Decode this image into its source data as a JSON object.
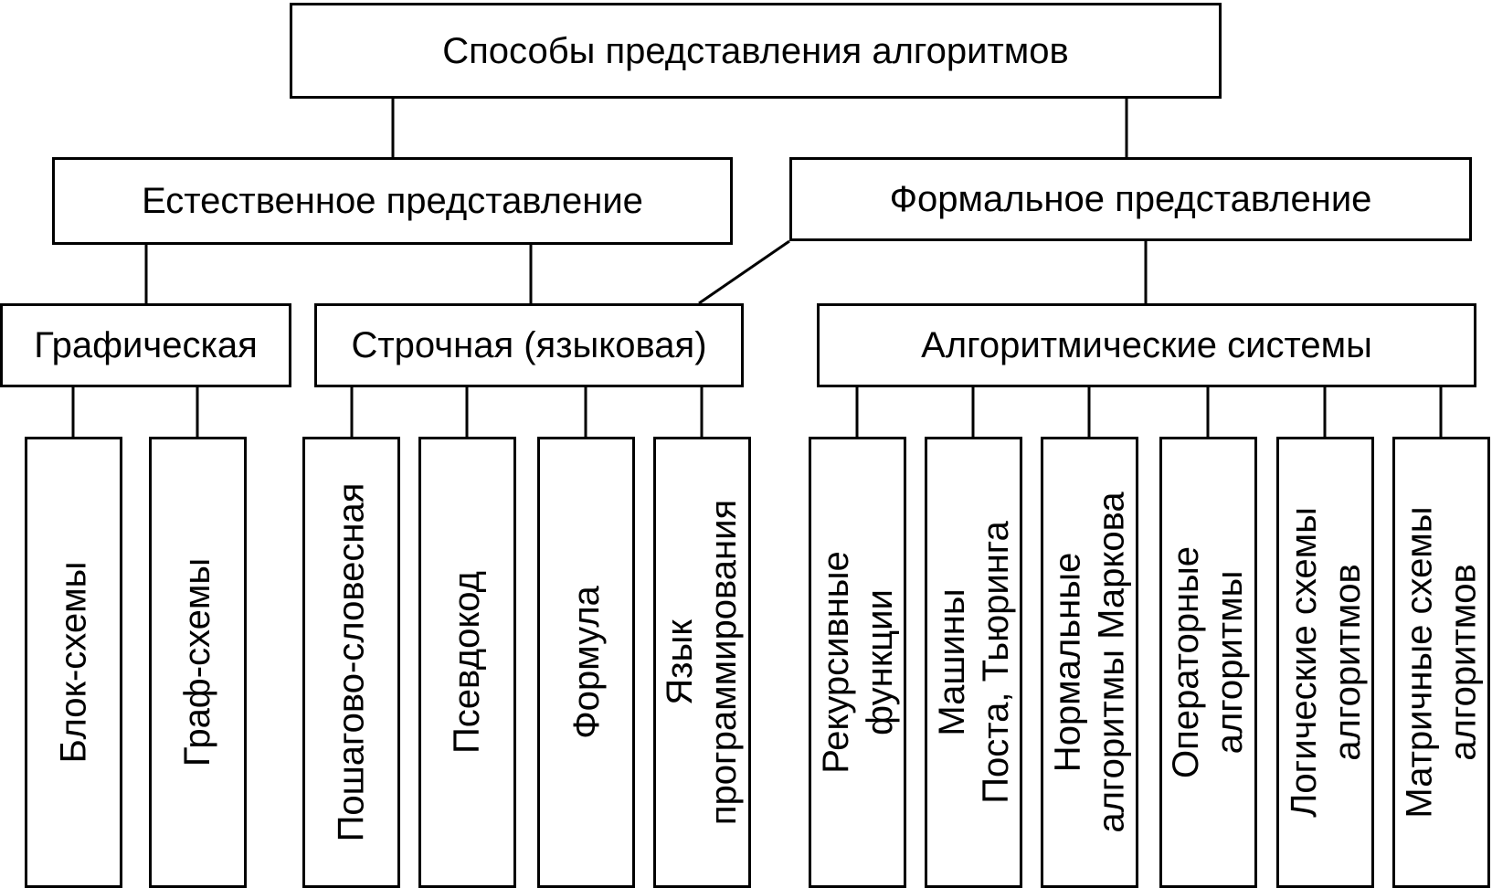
{
  "root": {
    "label": "Способы представления алгоритмов"
  },
  "level1": {
    "natural": {
      "label": "Естественное представление"
    },
    "formal": {
      "label": "Формальное представление"
    }
  },
  "level2": {
    "graphic": {
      "label": "Графическая"
    },
    "string": {
      "label": "Строчная (языковая)"
    },
    "systems": {
      "label": "Алгоритмические системы"
    }
  },
  "leaves": {
    "block": {
      "line1": "Блок-схемы",
      "line2": ""
    },
    "graph": {
      "line1": "Граф-схемы",
      "line2": ""
    },
    "stepwise": {
      "line1": "Пошагово-словесная",
      "line2": ""
    },
    "pseudo": {
      "line1": "Псевдокод",
      "line2": ""
    },
    "formula": {
      "line1": "Формула",
      "line2": ""
    },
    "proglang": {
      "line1": "Язык",
      "line2": "программирования"
    },
    "recursive": {
      "line1": "Рекурсивные",
      "line2": "функции"
    },
    "post": {
      "line1": "Машины",
      "line2": "Поста, Тьюринга"
    },
    "markov": {
      "line1": "Нормальные",
      "line2": "алгоритмы Маркова"
    },
    "operator": {
      "line1": "Операторные",
      "line2": "алгоритмы"
    },
    "logic": {
      "line1": "Логические схемы",
      "line2": "алгоритмов"
    },
    "matrix": {
      "line1": "Матричные схемы",
      "line2": "алгоритмов"
    }
  }
}
